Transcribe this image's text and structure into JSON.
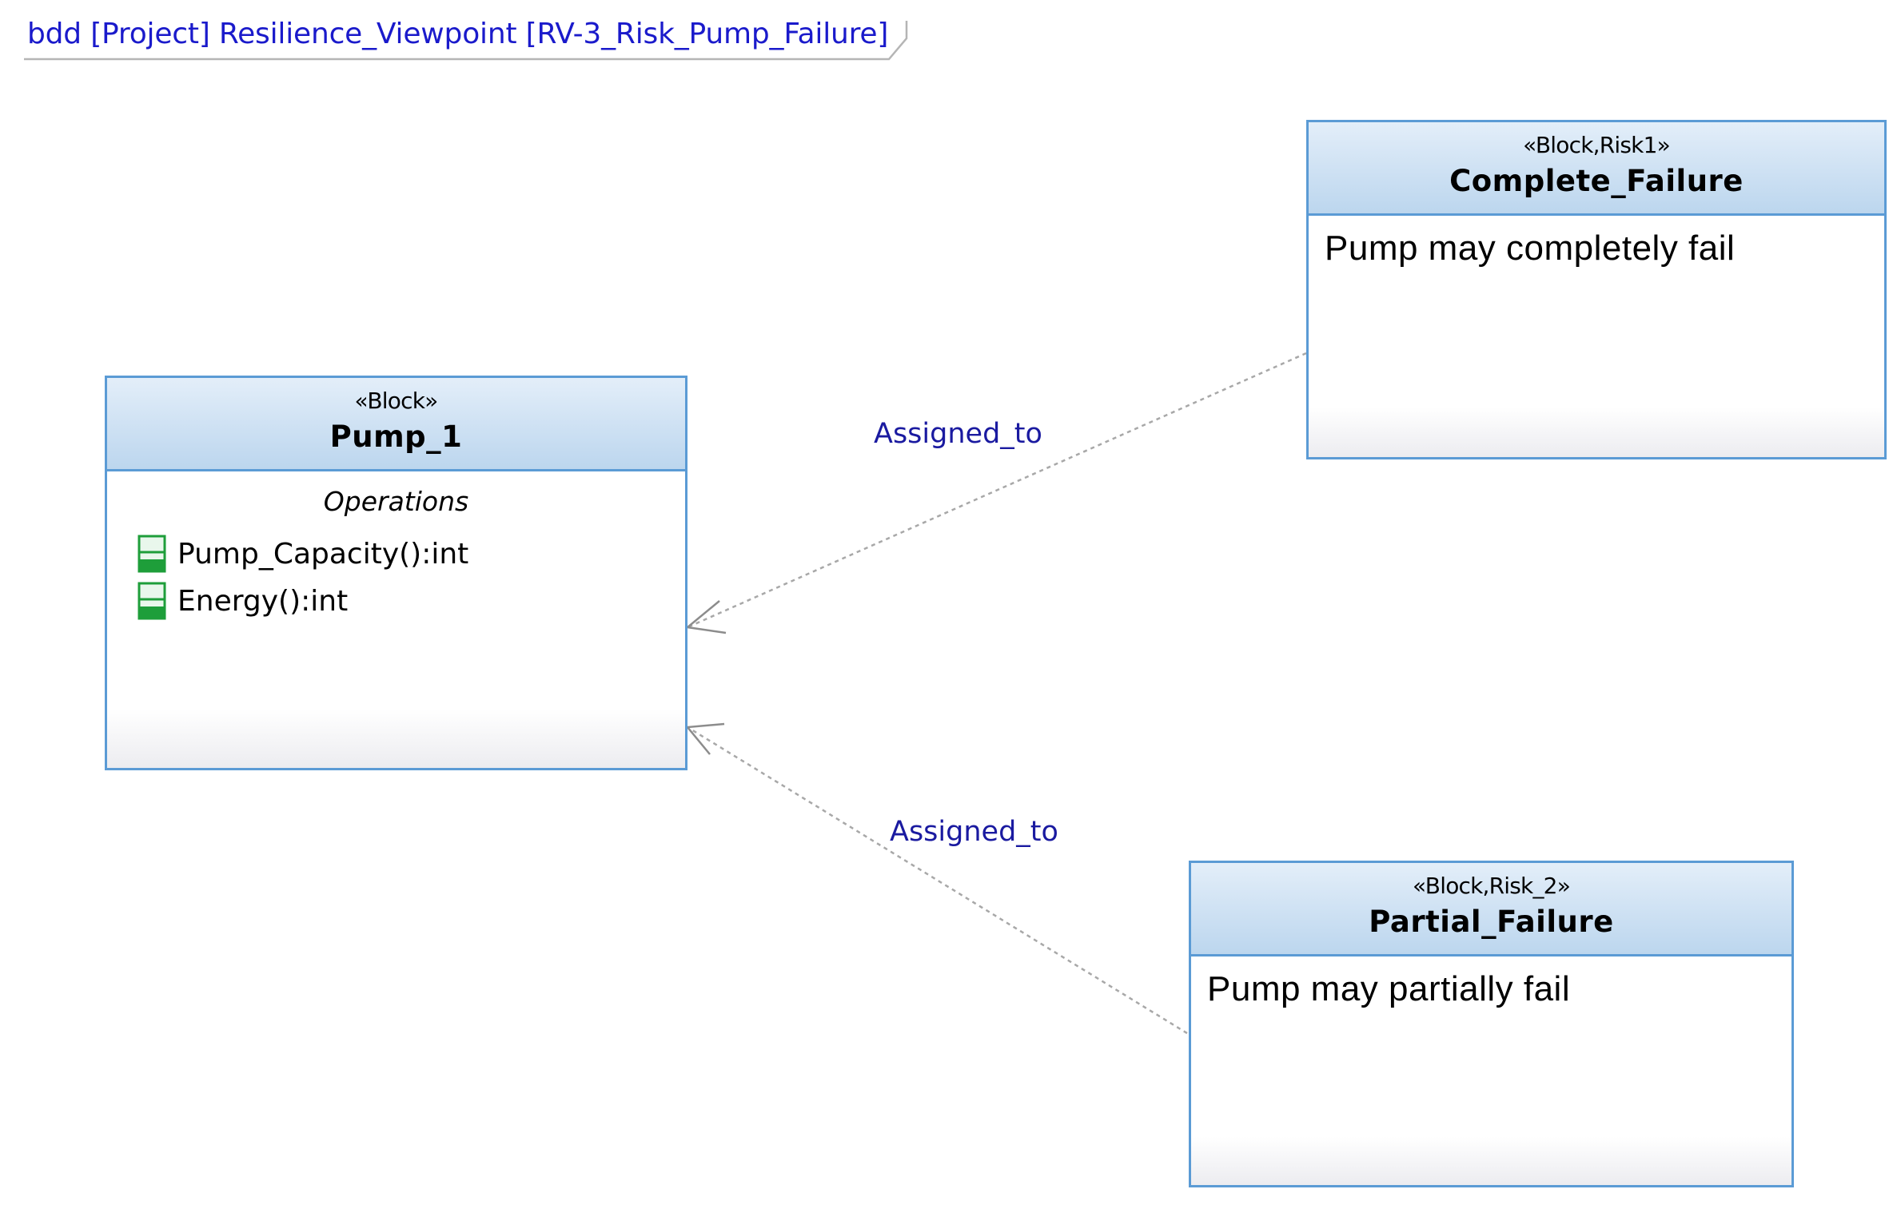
{
  "frame": {
    "title": "bdd [Project] Resilience_Viewpoint [RV-3_Risk_Pump_Failure]"
  },
  "blocks": {
    "pump": {
      "stereotype": "«Block»",
      "name": "Pump_1",
      "compartment_title": "Operations",
      "operations": [
        {
          "label": "Pump_Capacity():int",
          "icon": "operation-icon"
        },
        {
          "label": "Energy():int",
          "icon": "operation-icon"
        }
      ]
    },
    "complete_failure": {
      "stereotype": "«Block,Risk1»",
      "name": "Complete_Failure",
      "description": "Pump may completely fail"
    },
    "partial_failure": {
      "stereotype": "«Block,Risk_2»",
      "name": "Partial_Failure",
      "description": "Pump may partially fail"
    }
  },
  "edges": [
    {
      "label": "Assigned_to",
      "from": "Complete_Failure",
      "to": "Pump_1"
    },
    {
      "label": "Assigned_to",
      "from": "Partial_Failure",
      "to": "Pump_1"
    }
  ],
  "colors": {
    "frame_title": "#1a1acb",
    "block_border": "#5b9bd5",
    "header_top": "#e3eef9",
    "header_bottom": "#bcd6ee",
    "edge_label": "#1a1aa0",
    "edge_line": "#a8a8a8",
    "operation_icon": "#1e9e3a"
  }
}
